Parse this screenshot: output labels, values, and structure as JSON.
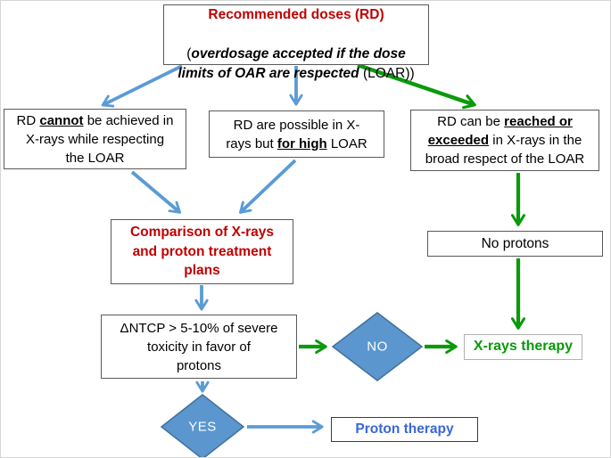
{
  "colors": {
    "arrow_blue": "#5B9BD5",
    "arrow_green": "#0A9A0A",
    "heading_red": "#C00000",
    "proton_text_blue": "#3A66D6",
    "xrays_text_green": "#0a9a0a",
    "diamond_fill": "#5B96CE",
    "diamond_border": "#41719C",
    "box_border": "#595959"
  },
  "nodes": {
    "top": {
      "title": "Recommended doses (RD)",
      "paren_open": "(",
      "subtitle_italic": "overdosage accepted if the dose\nlimits of OAR are respected",
      "subtitle_tail": " (LOAR))"
    },
    "left": {
      "pre": "RD ",
      "emph": "cannot",
      "post": " be achieved in\nX-rays while respecting\nthe LOAR"
    },
    "middle": {
      "pre": "RD are possible in X-\nrays but ",
      "emph": "for high",
      "post": " LOAR"
    },
    "right": {
      "pre": "RD can be ",
      "emph": "reached or\nexceeded",
      "post": " in X-rays in the\nbroad respect of the LOAR"
    },
    "comparison": {
      "text": "Comparison of X-rays\nand proton treatment\nplans"
    },
    "ntcp": {
      "text": "ΔNTCP > 5-10% of severe\ntoxicity in favor of\nprotons"
    },
    "no_protons": {
      "text": "No protons"
    },
    "xrays_therapy": {
      "text": "X-rays therapy"
    },
    "proton_therapy": {
      "text": "Proton therapy"
    },
    "decision_no": {
      "text": "NO"
    },
    "decision_yes": {
      "text": "YES"
    }
  }
}
